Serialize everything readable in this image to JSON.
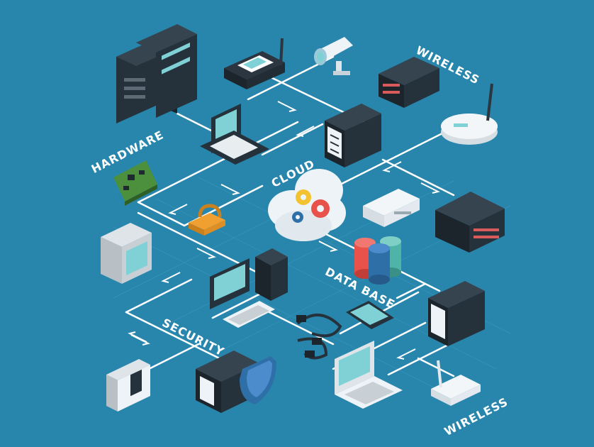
{
  "labels": {
    "hardware": "HARDWARE",
    "wireless_top": "WIRELESS",
    "cloud": "CLOUD",
    "data_base": "DATA BASE",
    "security": "SECURITY",
    "wireless_bottom": "WIRELESS"
  },
  "colors": {
    "background": "#2886ad",
    "lines": "#ffffff",
    "server_dark": "#26323b",
    "screen": "#7fd1d6",
    "cloud": "#eef3f7",
    "gear_red": "#e8524a",
    "gear_yellow": "#f2c230",
    "lock": "#f0a030",
    "db_red": "#e8524a",
    "db_teal": "#4fb3a8",
    "db_blue": "#2f6fa8"
  }
}
